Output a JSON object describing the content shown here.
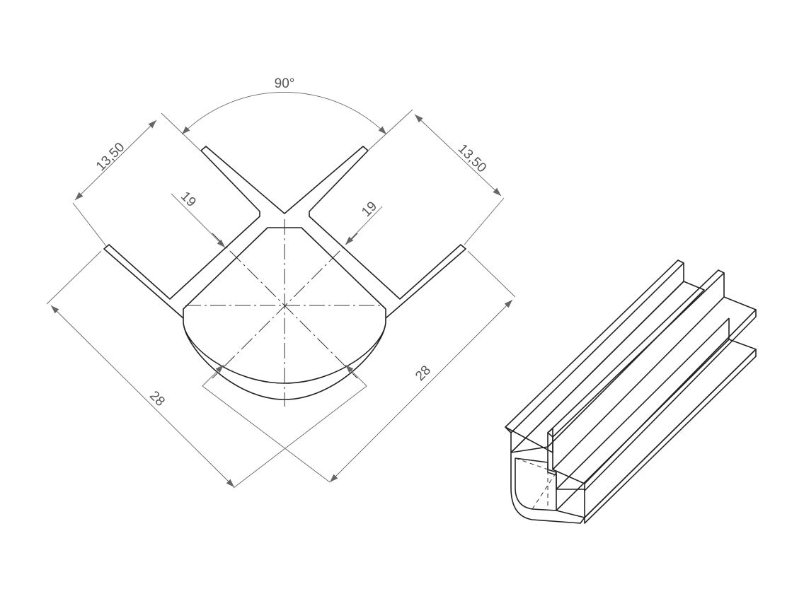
{
  "dimensions": {
    "angle": "90°",
    "flange_left": "13,50",
    "flange_right": "13,50",
    "inner_left": "19",
    "inner_right": "19",
    "outer_left": "28",
    "outer_right": "28"
  },
  "colors": {
    "line": "#222222",
    "dimension": "#555555",
    "background": "#ffffff"
  }
}
